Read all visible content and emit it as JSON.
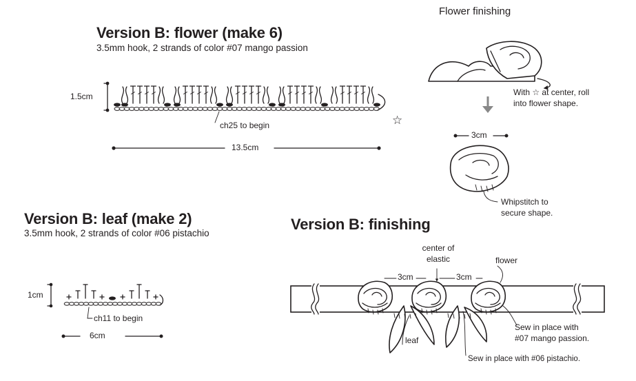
{
  "flower_chart": {
    "title": "Version B: flower (make 6)",
    "subtitle": "3.5mm hook, 2 strands of color #07 mango passion",
    "height_label": "1.5cm",
    "chain_note": "ch25 to begin",
    "width_label": "13.5cm",
    "start_marker": "☆"
  },
  "flower_finishing": {
    "title": "Flower finishing",
    "roll_note_line1": "With ☆ at center, roll",
    "roll_note_line2": "into flower shape.",
    "size_label": "3cm",
    "whip_line1": "Whipstitch to",
    "whip_line2": "secure shape."
  },
  "leaf_chart": {
    "title": "Version B: leaf (make 2)",
    "subtitle": "3.5mm hook, 2 strands of color #06 pistachio",
    "height_label": "1cm",
    "chain_note": "ch11 to begin",
    "width_label": "6cm"
  },
  "finishing": {
    "title": "Version B: finishing",
    "center_line1": "center of",
    "center_line2": "elastic",
    "flower_label": "flower",
    "spacing_left": "3cm",
    "spacing_right": "3cm",
    "leaf_label": "leaf",
    "sew_mango_line1": "Sew in place with",
    "sew_mango_line2": "#07 mango passion.",
    "sew_pistachio": "Sew in place with #06 pistachio."
  }
}
